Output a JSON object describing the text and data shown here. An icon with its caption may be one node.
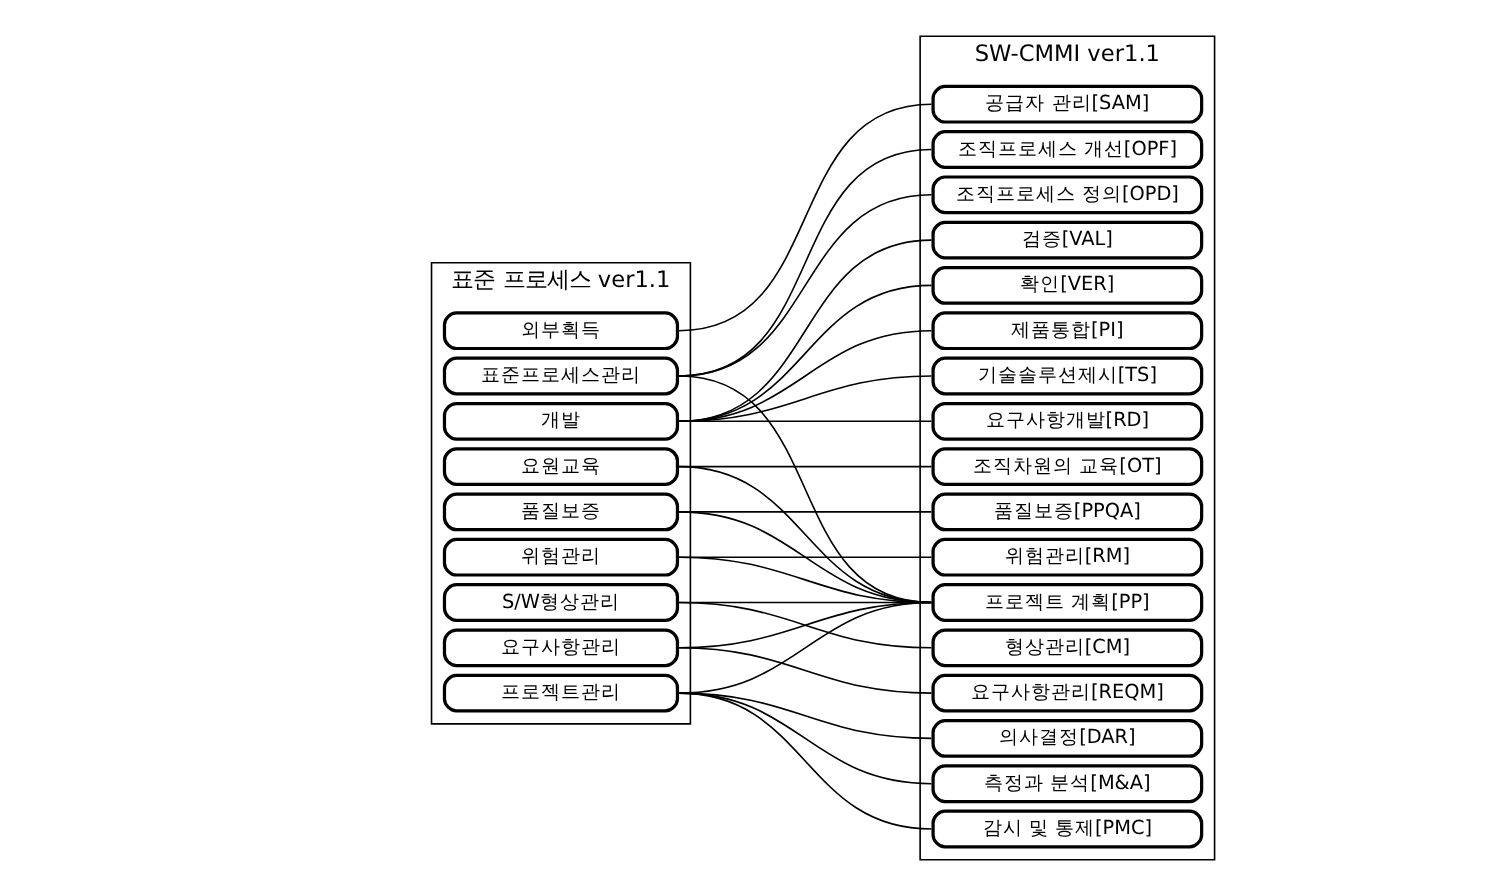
{
  "diagram": {
    "nodes": [
      {
        "text": [
          "표준 프로세스 ver1.1"
        ]
      },
      {
        "text": [
          "프로젝트관리"
        ],
        "in": 0
      },
      {
        "text": [
          "요구사항관리"
        ],
        "in": 0
      },
      {
        "text": [
          "S/W형상관리"
        ],
        "in": 0
      },
      {
        "text": [
          "위험관리"
        ],
        "in": 0
      },
      {
        "text": [
          "품질보증"
        ],
        "in": 0
      },
      {
        "text": [
          "개발"
        ],
        "in": 0
      },
      {
        "text": [
          "표준프로세스관리"
        ],
        "in": 0
      },
      {
        "text": [
          "요원교육"
        ],
        "in": 0
      },
      {
        "text": [
          "외부획득"
        ],
        "in": 0
      },
      {
        "text": [
          "SW-CMMI ver1.1"
        ]
      },
      {
        "text": [
          "감시 및 통제[PMC]"
        ],
        "in": 10
      },
      {
        "text": [
          "프로젝트 계획[PP]"
        ],
        "in": 10
      },
      {
        "text": [
          "공급자 관리[SAM]"
        ],
        "in": 10
      },
      {
        "text": [
          "측정과 분석[M&A]"
        ],
        "in": 10
      },
      {
        "text": [
          "품질보증[PPQA]"
        ],
        "in": 10
      },
      {
        "text": [
          "형상관리[CM]"
        ],
        "in": 10
      },
      {
        "text": [
          "요구사항관리[REQM]"
        ],
        "in": 10
      },
      {
        "text": [
          "위험관리[RM]"
        ],
        "in": 10
      },
      {
        "text": [
          "의사결정[DAR]"
        ],
        "in": 10
      },
      {
        "text": [
          "요구사항개발[RD]"
        ],
        "in": 10
      },
      {
        "text": [
          "기술솔루션제시[TS]"
        ],
        "in": 10
      },
      {
        "text": [
          "제품통합[PI]"
        ],
        "in": 10
      },
      {
        "text": [
          "확인[VER]"
        ],
        "in": 10
      },
      {
        "text": [
          "검증[VAL]"
        ],
        "in": 10
      },
      {
        "text": [
          "조직프로세스 정의[OPD]"
        ],
        "in": 10
      },
      {
        "text": [
          "조직프로세스 개선[OPF]"
        ],
        "in": 10
      },
      {
        "text": [
          "조직차원의 교육[OT]"
        ],
        "in": 10
      }
    ],
    "edges": [
      {
        "from": 1,
        "to": 11,
        "arrow": "none"
      },
      {
        "from": 1,
        "to": 12,
        "arrow": "none"
      },
      {
        "from": 1,
        "to": 14,
        "arrow": "none"
      },
      {
        "from": 1,
        "to": 19,
        "arrow": "none"
      },
      {
        "from": 2,
        "to": 12,
        "arrow": "none"
      },
      {
        "from": 2,
        "to": 17,
        "arrow": "none"
      },
      {
        "from": 3,
        "to": 12,
        "arrow": "none"
      },
      {
        "from": 3,
        "to": 16,
        "arrow": "none"
      },
      {
        "from": 4,
        "to": 12,
        "arrow": "none"
      },
      {
        "from": 4,
        "to": 18,
        "arrow": "none"
      },
      {
        "from": 5,
        "to": 12,
        "arrow": "none"
      },
      {
        "from": 5,
        "to": 15,
        "arrow": "none"
      },
      {
        "from": 6,
        "to": 20,
        "arrow": "none"
      },
      {
        "from": 6,
        "to": 21,
        "arrow": "none"
      },
      {
        "from": 6,
        "to": 22,
        "arrow": "none"
      },
      {
        "from": 6,
        "to": 23,
        "arrow": "none"
      },
      {
        "from": 6,
        "to": 24,
        "arrow": "none"
      },
      {
        "from": 7,
        "to": 12,
        "arrow": "none"
      },
      {
        "from": 7,
        "to": 25,
        "arrow": "none"
      },
      {
        "from": 7,
        "to": 26,
        "arrow": "none"
      },
      {
        "from": 8,
        "to": 12,
        "arrow": "none"
      },
      {
        "from": 8,
        "to": 27,
        "arrow": "none"
      },
      {
        "from": 9,
        "to": 13,
        "arrow": "none"
      }
    ]
  }
}
